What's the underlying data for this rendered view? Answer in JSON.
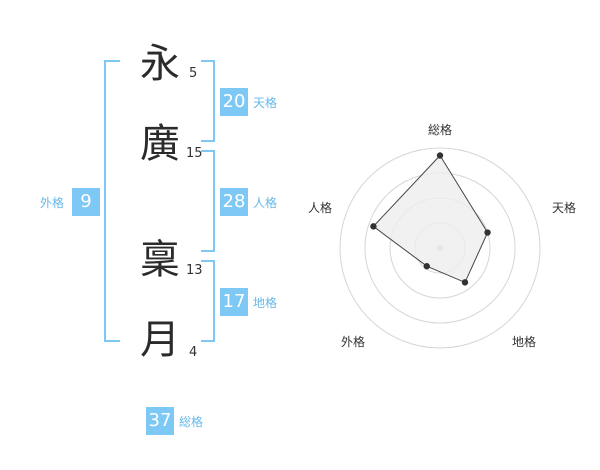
{
  "name": {
    "characters": [
      {
        "char": "永",
        "strokes": "5"
      },
      {
        "char": "廣",
        "strokes": "15"
      },
      {
        "char": "稟",
        "strokes": "13"
      },
      {
        "char": "月",
        "strokes": "4"
      }
    ]
  },
  "kakusu": {
    "ten": {
      "label": "天格",
      "value": "20"
    },
    "jin": {
      "label": "人格",
      "value": "28"
    },
    "chi": {
      "label": "地格",
      "value": "17"
    },
    "gai": {
      "label": "外格",
      "value": "9"
    },
    "sou": {
      "label": "総格",
      "value": "37"
    }
  },
  "colors": {
    "accent": "#7dc8f5",
    "accent_text": "#66b8ea",
    "radar_fill": "#ededed",
    "radar_point": "#333333"
  },
  "chart_data": {
    "type": "radar",
    "axes": [
      "総格",
      "天格",
      "地格",
      "外格",
      "人格"
    ],
    "values": [
      37,
      20,
      17,
      9,
      28
    ],
    "rmax": 40,
    "rings": 4
  }
}
